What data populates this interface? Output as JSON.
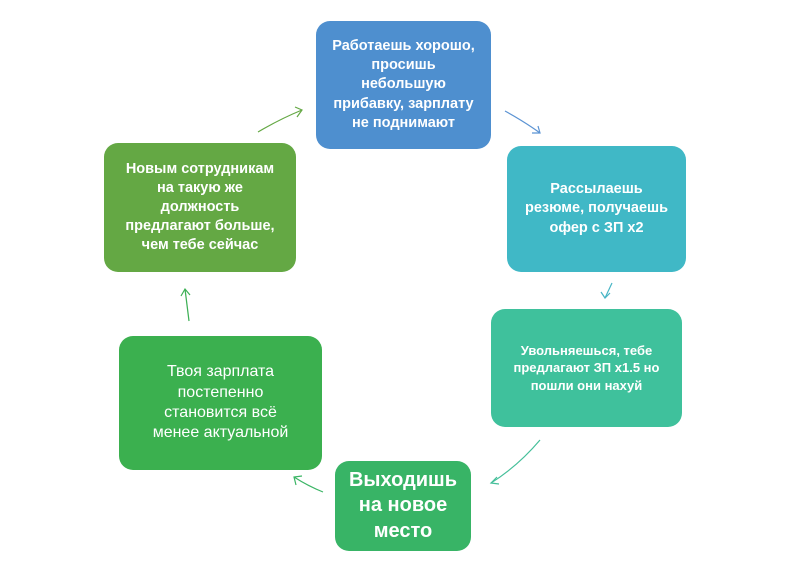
{
  "colors": {
    "step1": "#4e8fcf",
    "step2": "#40b8c6",
    "step3": "#3fc19c",
    "step4": "#38b466",
    "step5": "#3bb04f",
    "step6": "#64a844"
  },
  "steps": [
    {
      "text": "Работаешь хорошо,\nпросишь\nнебольшую\nприбавку, зарплату\nне поднимают"
    },
    {
      "text": "Рассылаешь\nрезюме, получаешь\nофер с ЗП х2"
    },
    {
      "text": "Увольняешься, тебе\nпредлагают ЗП х1.5 но\nпошли они нахуй"
    },
    {
      "text": "Выходишь\nна новое\nместо"
    },
    {
      "text": "Твоя зарплата\nпостепенно\nстановится всё\nменее актуальной"
    },
    {
      "text": "Новым сотрудникам\nна такую же\nдолжность\nпредлагают больше,\nчем тебе сейчас"
    }
  ]
}
